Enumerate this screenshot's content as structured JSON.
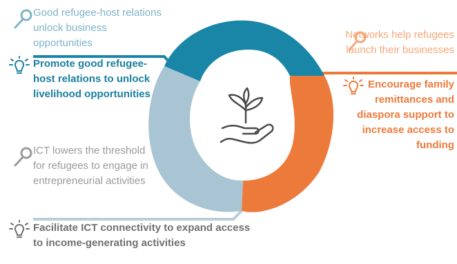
{
  "teal": {
    "finding": "Good refugee-host relations unlock business opportunities",
    "recommendation": "Promote good refugee-host relations to unlock livelihood opportunities",
    "color": "#1a86a7",
    "finding_color": "#7fb3c6"
  },
  "orange": {
    "finding": "Networks help refugees launch their businesses",
    "recommendation": "Encourage family remittances and diaspora support to increase access to funding",
    "color": "#ec7a3b",
    "finding_color": "#f3a777"
  },
  "gray": {
    "finding": "ICT lowers the threshold for refugees to engage in entrepreneurial activities",
    "recommendation": "Facilitate ICT connectivity to expand access to income-generating activities",
    "color": "#a9c5d4",
    "finding_color": "#9a9a9a"
  },
  "icons": {
    "finding": "magnifier-icon",
    "recommendation": "lightbulb-icon",
    "center": "hand-plant-icon"
  }
}
